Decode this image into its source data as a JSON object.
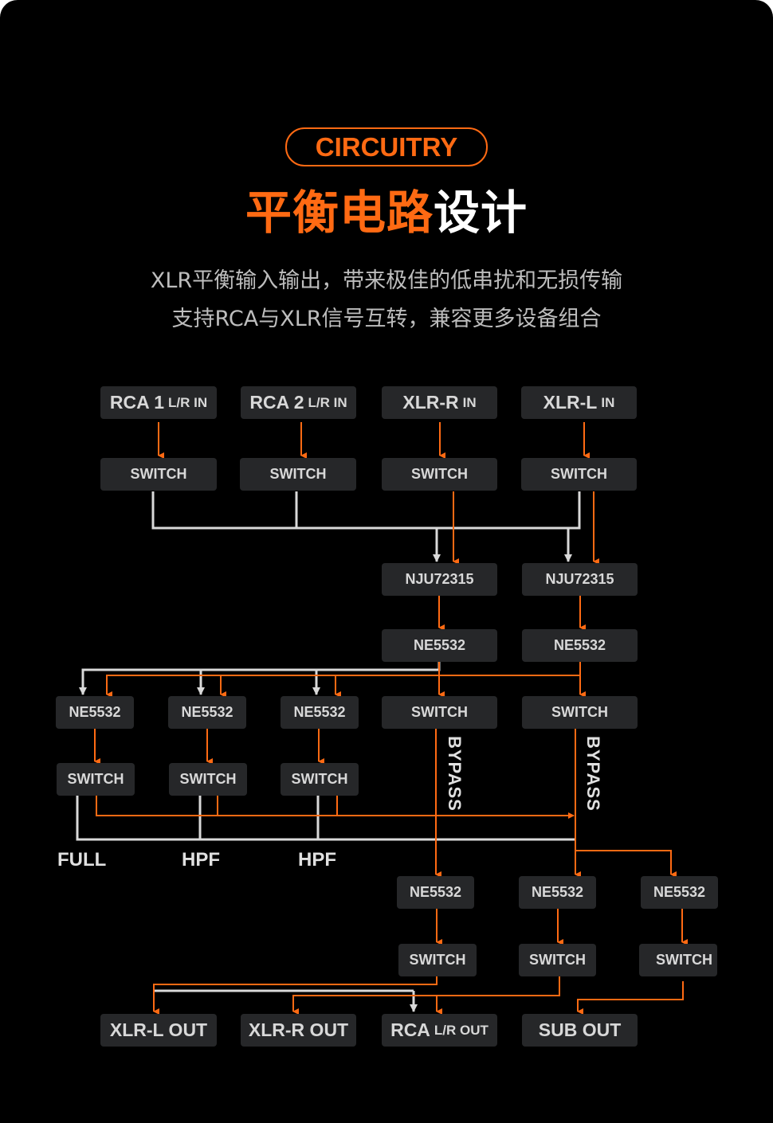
{
  "header": {
    "badge": "CIRCUITRY",
    "title_orange": "平衡电路",
    "title_white": "设计",
    "subtitle_1": "XLR平衡输入输出，带来极佳的低串扰和无损传输",
    "subtitle_2": "支持RCA与XLR信号互转，兼容更多设备组合"
  },
  "colors": {
    "accent": "#ff6a13",
    "line_grey": "#d9d9d9",
    "box": "#262729"
  },
  "inputs": [
    {
      "main": "RCA 1",
      "suffix": "L/R IN"
    },
    {
      "main": "RCA 2",
      "suffix": "L/R IN"
    },
    {
      "main": "XLR-R",
      "suffix": "IN"
    },
    {
      "main": "XLR-L",
      "suffix": "IN"
    }
  ],
  "chips": {
    "switch": "SWITCH",
    "nju": "NJU72315",
    "ne": "NE5532"
  },
  "filter_labels": [
    "FULL",
    "HPF",
    "HPF"
  ],
  "bypass": "BYPASS",
  "outputs": [
    {
      "main": "XLR-L OUT",
      "suffix": ""
    },
    {
      "main": "XLR-R OUT",
      "suffix": ""
    },
    {
      "main": "RCA",
      "suffix": "L/R OUT"
    },
    {
      "main": "SUB OUT",
      "suffix": ""
    }
  ]
}
